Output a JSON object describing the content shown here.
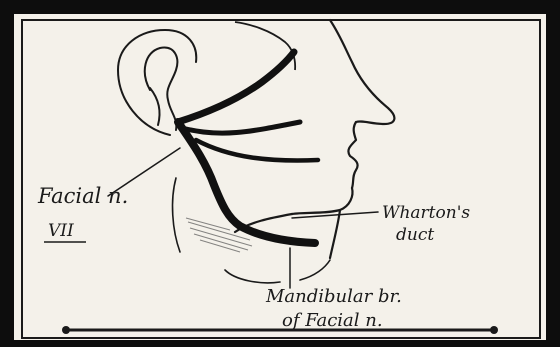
{
  "labels": {
    "facial_nerve": "Facial n.",
    "facial_nerve_numeral": "VII",
    "whartons_duct_line1": "Wharton's",
    "whartons_duct_line2": "duct",
    "mandibular_branch_line1": "Mandibular br.",
    "mandibular_branch_line2": "of Facial n."
  },
  "colors": {
    "ink": "#161616",
    "paper": "#f4f1ea",
    "frame": "#0d0d0d"
  }
}
